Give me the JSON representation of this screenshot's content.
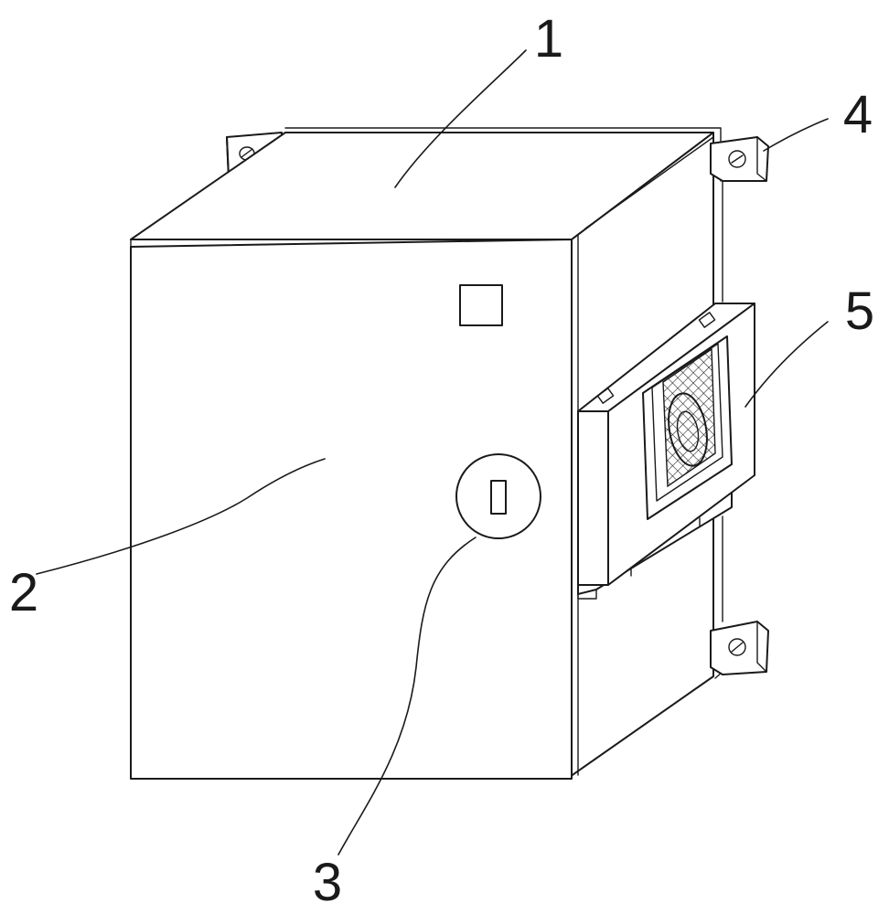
{
  "diagram": {
    "colors": {
      "stroke": "#1a1a1a",
      "fill": "#ffffff",
      "background": "#ffffff"
    },
    "callouts": [
      {
        "id": "1",
        "text": "1"
      },
      {
        "id": "2",
        "text": "2"
      },
      {
        "id": "3",
        "text": "3"
      },
      {
        "id": "4",
        "text": "4"
      },
      {
        "id": "5",
        "text": "5"
      }
    ]
  }
}
